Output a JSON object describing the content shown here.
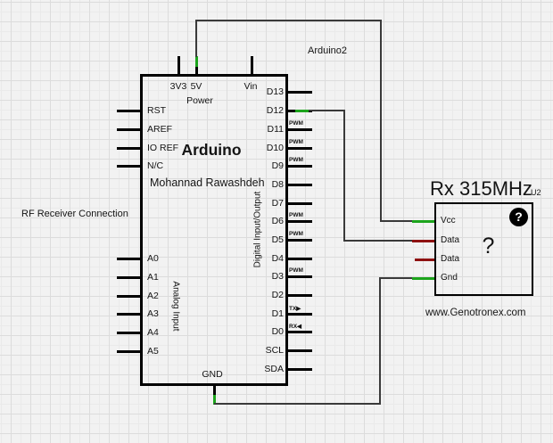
{
  "diagram": {
    "annotations": {
      "connection_label": "RF Receiver Connection",
      "arduino2_label": "Arduino2"
    },
    "colors": {
      "wire": "#3a3a3a",
      "pin_stub": "#000000",
      "connected_green": "#1ca41c",
      "net_dark_red": "#8e1111"
    },
    "arduino": {
      "title": "Arduino",
      "subtitle": "Mohannad Rawashdeh",
      "power_label": "Power",
      "digital_io_label": "Digital Input/Output",
      "analog_label": "Analog Input",
      "gnd_label": "GND",
      "top_pins": [
        "3V3",
        "5V",
        "Vin"
      ],
      "left_pins": [
        "RST",
        "AREF",
        "IO REF",
        "N/C"
      ],
      "analog_pins": [
        "A0",
        "A1",
        "A2",
        "A3",
        "A4",
        "A5"
      ],
      "right_pins": [
        {
          "label": "D13"
        },
        {
          "label": "D12"
        },
        {
          "label": "D11",
          "badge": "PWM"
        },
        {
          "label": "D10",
          "badge": "PWM"
        },
        {
          "label": "D9",
          "badge": "PWM"
        },
        {
          "label": "D8"
        },
        {
          "label": "D7"
        },
        {
          "label": "D6",
          "badge": "PWM"
        },
        {
          "label": "D5",
          "badge": "PWM"
        },
        {
          "label": "D4"
        },
        {
          "label": "D3",
          "badge": "PWM"
        },
        {
          "label": "D2"
        },
        {
          "label": "D1",
          "badge": "TX▶"
        },
        {
          "label": "D0",
          "badge": "RX◀"
        },
        {
          "label": "SCL"
        },
        {
          "label": "SDA"
        }
      ]
    },
    "receiver": {
      "title": "Rx 315MHz",
      "designator": "U2",
      "pins": [
        {
          "label": "Vcc",
          "net": "green"
        },
        {
          "label": "Data",
          "net": "red"
        },
        {
          "label": "Data",
          "net": "red"
        },
        {
          "label": "Gnd",
          "net": "green"
        }
      ],
      "unknown_symbol": "?",
      "help_badge": "?",
      "caption": "www.Genotronex.com"
    }
  }
}
